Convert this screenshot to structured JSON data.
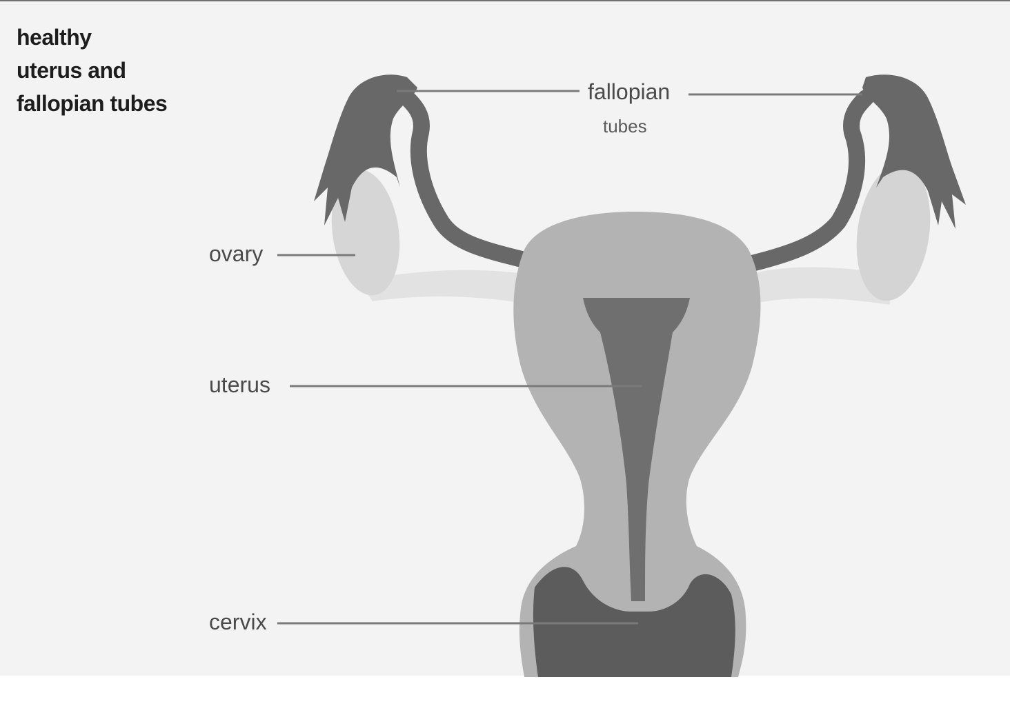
{
  "title": {
    "lines": [
      "healthy",
      "uterus and",
      "fallopian tubes"
    ]
  },
  "labels": {
    "fallopian": "fallopian",
    "tubes": "tubes",
    "ovary": "ovary",
    "uterus": "uterus",
    "cervix": "cervix"
  },
  "colors": {
    "background": "#f3f3f3",
    "tube": "#686868",
    "ovary": "#d6d6d6",
    "ligament": "#e2e2e2",
    "uterus_wall": "#b3b3b3",
    "cavity": "#6f6f6f",
    "cervix": "#5c5c5c",
    "leader_line": "#7a7a7a"
  }
}
